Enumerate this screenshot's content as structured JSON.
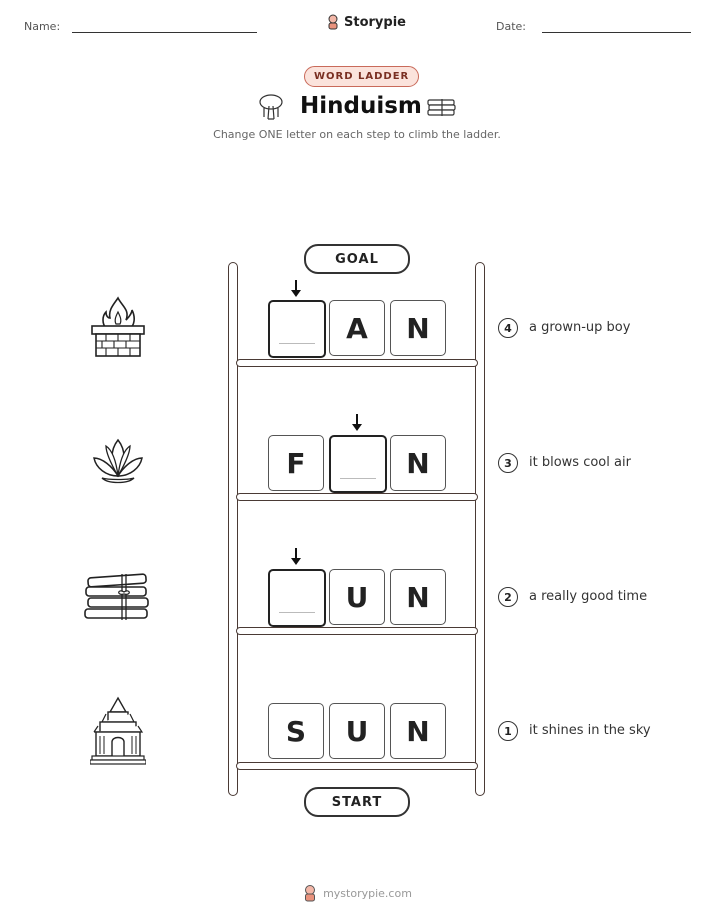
{
  "header": {
    "name_label": "Name:",
    "date_label": "Date:",
    "brand": "Storypie"
  },
  "badge": "WORD LADDER",
  "title": "Hinduism",
  "subtitle": "Change ONE letter on each step to climb the ladder.",
  "ladder": {
    "goal_label": "GOAL",
    "start_label": "START",
    "rows": [
      {
        "number": "4",
        "clue": "a grown-up boy",
        "icon": "fire-altar-icon",
        "letters": [
          "",
          "A",
          "N"
        ]
      },
      {
        "number": "3",
        "clue": "it blows cool air",
        "icon": "lotus-icon",
        "letters": [
          "F",
          "",
          "N"
        ]
      },
      {
        "number": "2",
        "clue": "a really good time",
        "icon": "scripture-stack-icon",
        "letters": [
          "",
          "U",
          "N"
        ]
      },
      {
        "number": "1",
        "clue": "it shines in the sky",
        "icon": "temple-icon",
        "letters": [
          "S",
          "U",
          "N"
        ]
      }
    ]
  },
  "footer": {
    "site": "mystorypie.com"
  }
}
